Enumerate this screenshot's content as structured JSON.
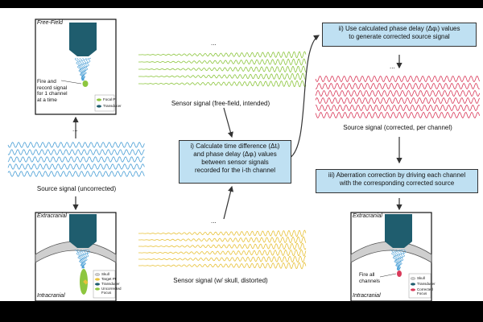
{
  "colors": {
    "source_wave": "#4a9fd6",
    "freefield_wave": "#8dc63f",
    "skull_wave": "#e8c23a",
    "corrected_wave": "#d93a5a",
    "transducer": "#1f5d6e",
    "box_fill": "#bfe0f2",
    "skull": "#cfcfcf"
  },
  "panels": {
    "free_field": {
      "title": "Free-Field",
      "note": [
        "Fire and",
        "record signal",
        "for 1 channel",
        "at a time"
      ],
      "legend": [
        {
          "label": "Focal Pt",
          "color": "#8dc63f"
        },
        {
          "label": "Transducer",
          "color": "#1f5d6e"
        }
      ]
    },
    "skull_left": {
      "title_top": "Extracranial",
      "title_bottom": "Intracranial",
      "legend": [
        {
          "label": "Skull",
          "color": "#cfcfcf"
        },
        {
          "label": "Target Pt",
          "color": "#e8c23a"
        },
        {
          "label": "Transducer",
          "color": "#1f5d6e"
        },
        {
          "label": "Uncorrected",
          "color": "#8dc63f"
        },
        {
          "label": "Focus",
          "color": ""
        }
      ]
    },
    "skull_right": {
      "title_top": "Extracranial",
      "title_bottom": "Intracranial",
      "note": [
        "Fire all",
        "channels"
      ],
      "legend": [
        {
          "label": "Skull",
          "color": "#cfcfcf"
        },
        {
          "label": "Transducer",
          "color": "#1f5d6e"
        },
        {
          "label": "Corrected",
          "color": "#d93a5a"
        },
        {
          "label": "Focus",
          "color": ""
        }
      ]
    }
  },
  "signals": {
    "source_uncorrected": "Source signal (uncorrected)",
    "freefield": "Sensor signal (free-field, intended)",
    "skull": "Sensor signal (w/ skull, distorted)",
    "corrected": "Source signal (corrected, per channel)",
    "ellipsis": "..."
  },
  "steps": {
    "step1": [
      "i) Calculate time difference (Δtᵢ)",
      "and phase delay (Δφᵢ) values",
      "between sensor signals",
      "recorded for the i-th channel"
    ],
    "step2": [
      "ii) Use calculated phase delay (Δφᵢ) values",
      "to generate corrected source signal"
    ],
    "step3": [
      "iii) Aberration correction by driving each channel",
      "with the corresponding corrected source"
    ]
  }
}
